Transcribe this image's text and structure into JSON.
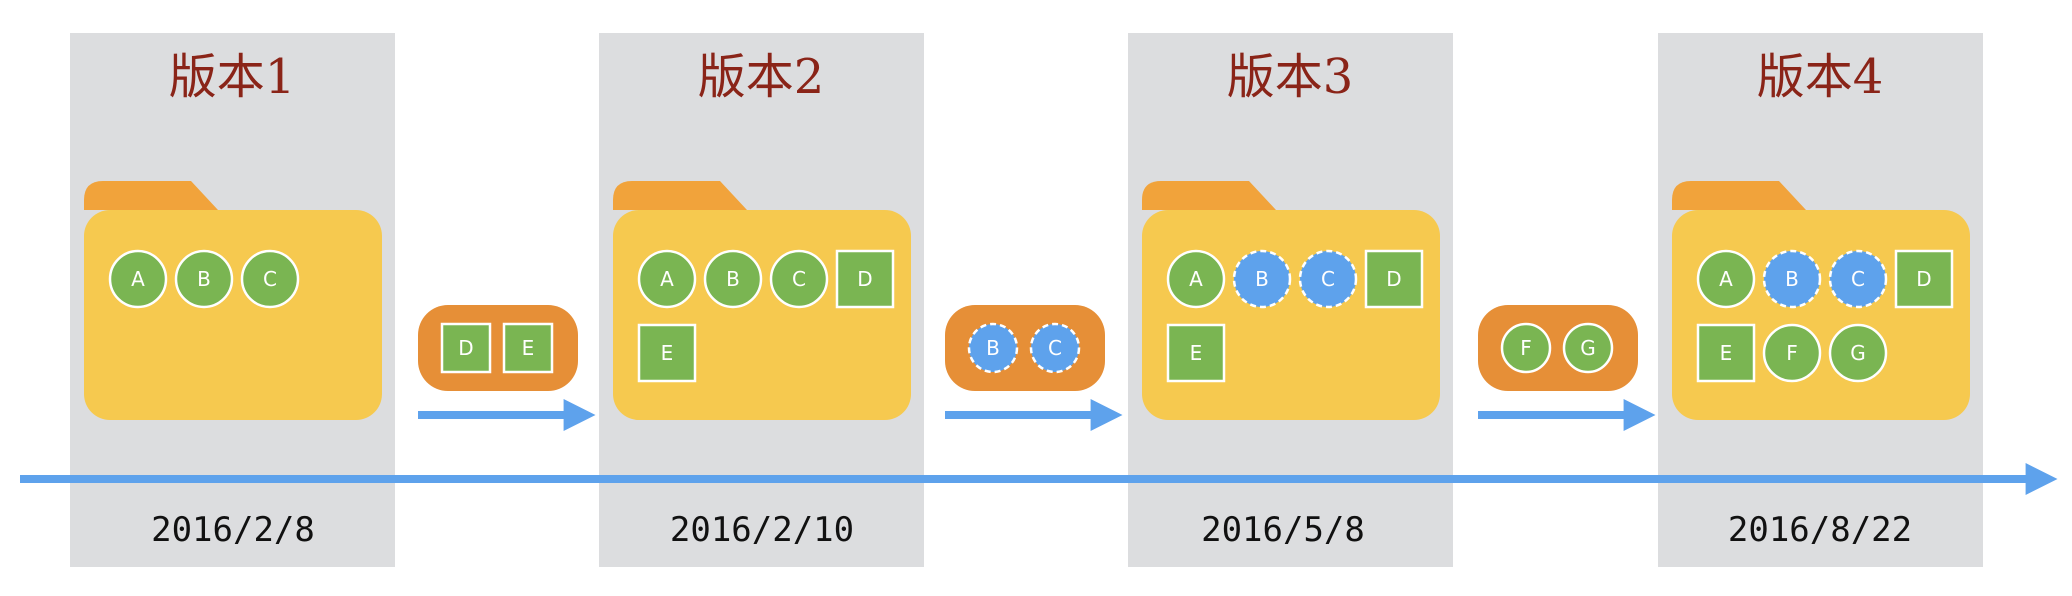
{
  "colors": {
    "column_bg": "#dcdddf",
    "folder_tab": "#f1a33b",
    "folder_body": "#f6c94f",
    "change_pill": "#e68f37",
    "added": "#7ab552",
    "modified": "#5ea2ec",
    "arrow": "#5ea2ec",
    "title": "#8a2418"
  },
  "versions": [
    {
      "title": "版本1",
      "date": "2016/2/8",
      "items": [
        {
          "label": "A",
          "shape": "circle",
          "state": "added"
        },
        {
          "label": "B",
          "shape": "circle",
          "state": "added"
        },
        {
          "label": "C",
          "shape": "circle",
          "state": "added"
        }
      ]
    },
    {
      "title": "版本2",
      "date": "2016/2/10",
      "items": [
        {
          "label": "A",
          "shape": "circle",
          "state": "added"
        },
        {
          "label": "B",
          "shape": "circle",
          "state": "added"
        },
        {
          "label": "C",
          "shape": "circle",
          "state": "added"
        },
        {
          "label": "D",
          "shape": "square",
          "state": "added"
        },
        {
          "label": "E",
          "shape": "square",
          "state": "added"
        }
      ]
    },
    {
      "title": "版本3",
      "date": "2016/5/8",
      "items": [
        {
          "label": "A",
          "shape": "circle",
          "state": "added"
        },
        {
          "label": "B",
          "shape": "circle",
          "state": "modified"
        },
        {
          "label": "C",
          "shape": "circle",
          "state": "modified"
        },
        {
          "label": "D",
          "shape": "square",
          "state": "added"
        },
        {
          "label": "E",
          "shape": "square",
          "state": "added"
        }
      ]
    },
    {
      "title": "版本4",
      "date": "2016/8/22",
      "items": [
        {
          "label": "A",
          "shape": "circle",
          "state": "added"
        },
        {
          "label": "B",
          "shape": "circle",
          "state": "modified"
        },
        {
          "label": "C",
          "shape": "circle",
          "state": "modified"
        },
        {
          "label": "D",
          "shape": "square",
          "state": "added"
        },
        {
          "label": "E",
          "shape": "square",
          "state": "added"
        },
        {
          "label": "F",
          "shape": "circle",
          "state": "added"
        },
        {
          "label": "G",
          "shape": "circle",
          "state": "added"
        }
      ]
    }
  ],
  "changes": [
    {
      "items": [
        {
          "label": "D",
          "shape": "square",
          "state": "added"
        },
        {
          "label": "E",
          "shape": "square",
          "state": "added"
        }
      ]
    },
    {
      "items": [
        {
          "label": "B",
          "shape": "circle",
          "state": "modified"
        },
        {
          "label": "C",
          "shape": "circle",
          "state": "modified"
        }
      ]
    },
    {
      "items": [
        {
          "label": "F",
          "shape": "circle",
          "state": "added"
        },
        {
          "label": "G",
          "shape": "circle",
          "state": "added"
        }
      ]
    }
  ]
}
